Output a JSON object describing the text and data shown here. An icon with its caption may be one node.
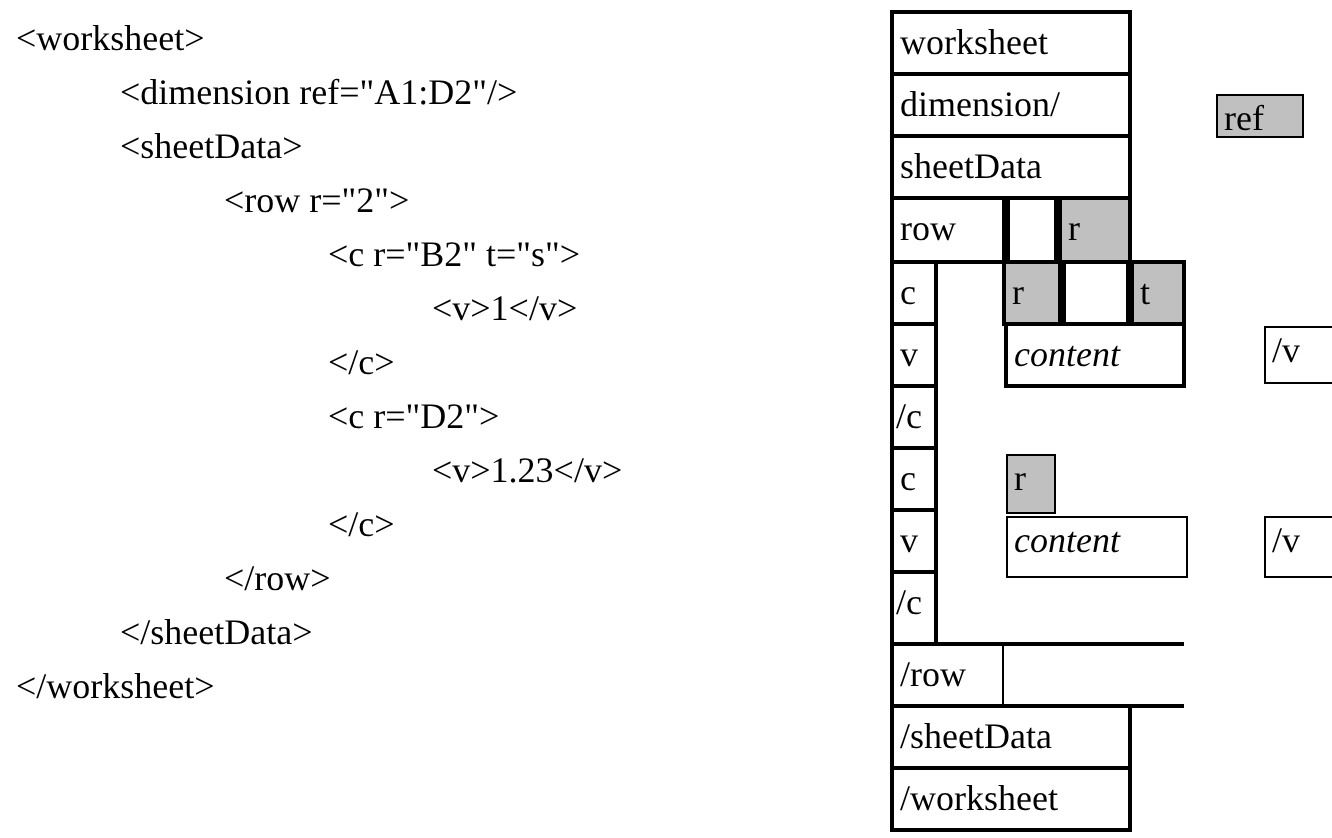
{
  "diagram": {
    "nodes": [
      {
        "text": [
          "worksheet"
        ]
      },
      {
        "text": [
          "dimension/"
        ]
      },
      {
        "text": [
          "ref"
        ]
      },
      {
        "text": [
          "sheetData"
        ]
      },
      {
        "text": [
          "row"
        ]
      },
      {
        "text": [],
        "shape": "box"
      },
      {
        "text": [
          "r"
        ]
      },
      {
        "text": [
          "c"
        ]
      },
      {
        "text": [
          "r"
        ]
      },
      {
        "text": [],
        "shape": "box"
      },
      {
        "text": [
          "t"
        ]
      },
      {
        "text": [
          "v"
        ]
      },
      {
        "text": [
          "content"
        ]
      },
      {
        "text": [
          "/v"
        ]
      },
      {
        "text": [
          "/c"
        ]
      },
      {
        "text": [
          "c"
        ]
      },
      {
        "text": [
          "r"
        ]
      },
      {
        "text": [
          "v"
        ]
      },
      {
        "text": [
          "content"
        ]
      },
      {
        "text": [
          "/v"
        ]
      },
      {
        "text": [
          "/c"
        ]
      },
      {
        "text": [
          "/row"
        ]
      },
      {
        "text": [],
        "shape": "box"
      },
      {
        "text": [
          "/sheetData"
        ]
      },
      {
        "text": [
          "/worksheet"
        ]
      }
    ],
    "labels": [
      "<worksheet>",
      "<dimension ref=\"A1:D2\"/>",
      "<sheetData>",
      "<row r=\"2\">",
      "<c r=\"B2\" t=\"s\">",
      "<v>1</v>",
      "</c>",
      "<c r=\"D2\">",
      "<v>1.23</v>",
      "</c>",
      "</row>",
      "</sheetData>",
      "</worksheet>"
    ]
  }
}
